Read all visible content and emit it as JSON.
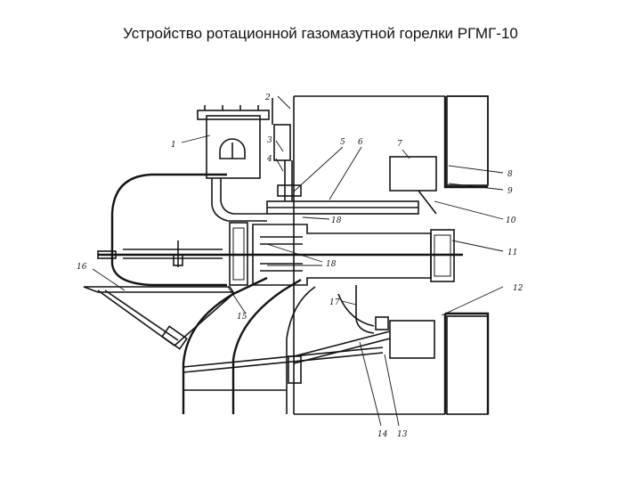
{
  "slide": {
    "title": "Устройство ротационной газомазутной горелки РГМГ-10"
  },
  "diagram": {
    "callouts": [
      "1",
      "2",
      "3",
      "4",
      "5",
      "6",
      "7",
      "8",
      "9",
      "10",
      "11",
      "12",
      "13",
      "14",
      "15",
      "16",
      "17",
      "18",
      "18"
    ]
  }
}
